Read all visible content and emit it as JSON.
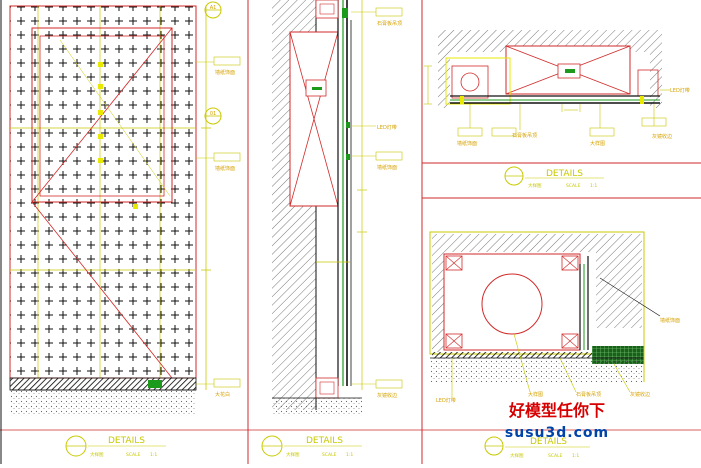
{
  "colors": {
    "background": "#ffffff",
    "frame_line": "#d12a2a",
    "dimension_line": "#c9c900",
    "structure": "#3a3a3a",
    "callout_text": "#d6a200",
    "accent_green": "#1c9a1c",
    "watermark_red": "#d60000",
    "watermark_blue": "#0044aa"
  },
  "tiny_labels": {
    "material_note": "墙纸饰面",
    "section_note": "大样图",
    "led": "LED灯带",
    "ceiling": "石膏板吊顶",
    "scale": "SCALE",
    "scale_value": "1:1",
    "wall_label": "大花白",
    "trim_label": "灰镜收边"
  },
  "callouts": {
    "ref_left": "A1",
    "ref_right": "01"
  },
  "titles": {
    "details": "DETAILS",
    "details_small": "DETAILS"
  },
  "watermark": {
    "line1": "好模型任你下",
    "line2": "susu3d.com"
  }
}
